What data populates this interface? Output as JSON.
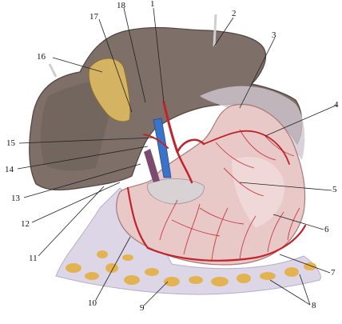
{
  "figure": {
    "labels": [
      "1",
      "2",
      "3",
      "4",
      "5",
      "6",
      "7",
      "8",
      "9",
      "10",
      "11",
      "12",
      "13",
      "14",
      "15",
      "16",
      "17",
      "18"
    ]
  },
  "colors": {
    "liver": "#7e6f68",
    "liver_dark": "#5b4f4a",
    "stomach": "#e9c9c8",
    "artery": "#c0242b",
    "vein": "#3b73c8",
    "gallbladder": "#d4b363",
    "fat": "#e3b040",
    "omentum": "#d9d3e3"
  }
}
